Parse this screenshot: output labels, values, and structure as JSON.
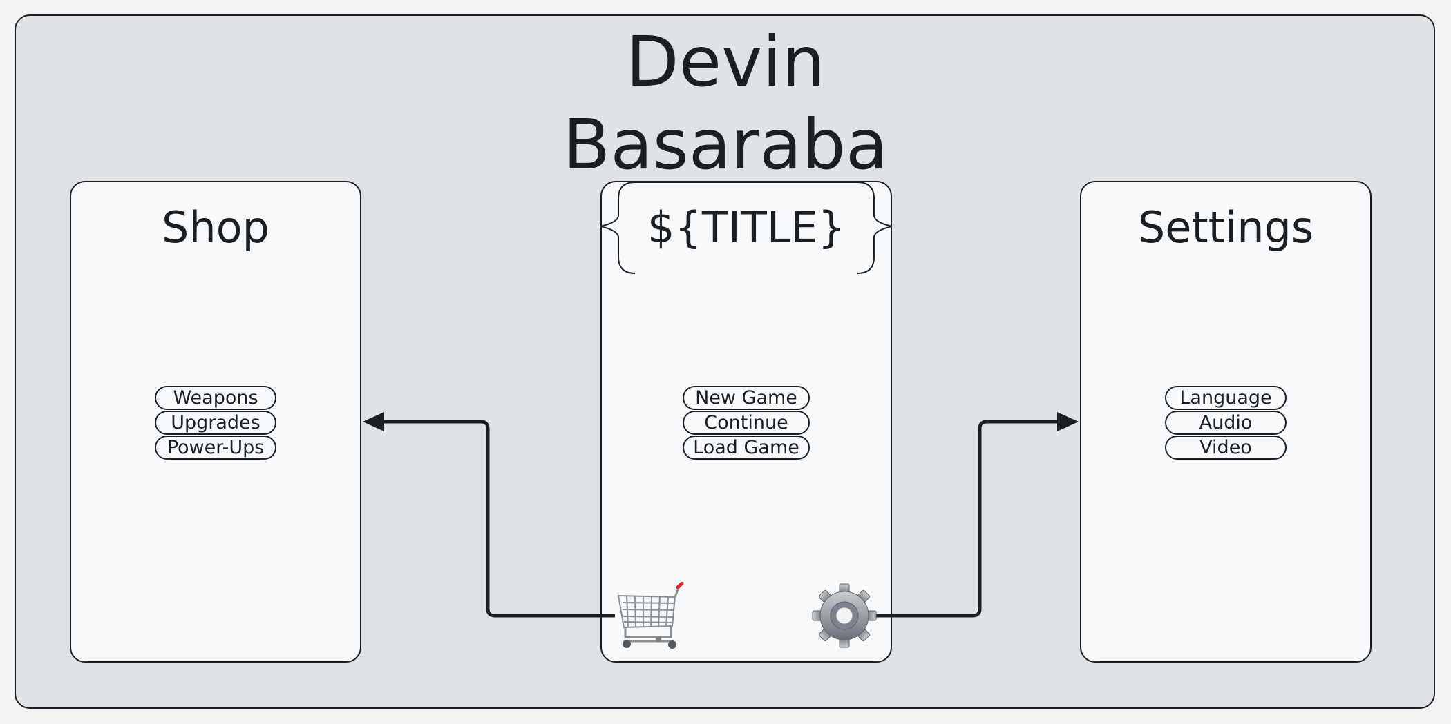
{
  "author": "Devin\nBasaraba",
  "panels": {
    "shop": {
      "title": "Shop",
      "items": [
        "Weapons",
        "Upgrades",
        "Power-Ups"
      ]
    },
    "main": {
      "title": "${TITLE}",
      "items": [
        "New Game",
        "Continue",
        "Load Game"
      ]
    },
    "settings": {
      "title": "Settings",
      "items": [
        "Language",
        "Audio",
        "Video"
      ]
    }
  },
  "icons": {
    "cart": "shopping-cart-icon",
    "gear": "gear-icon"
  },
  "colors": {
    "background": "#dfe2e7",
    "panel": "#f8f9fb",
    "stroke": "#1b1f24",
    "cart_handle": "#e0202a"
  }
}
